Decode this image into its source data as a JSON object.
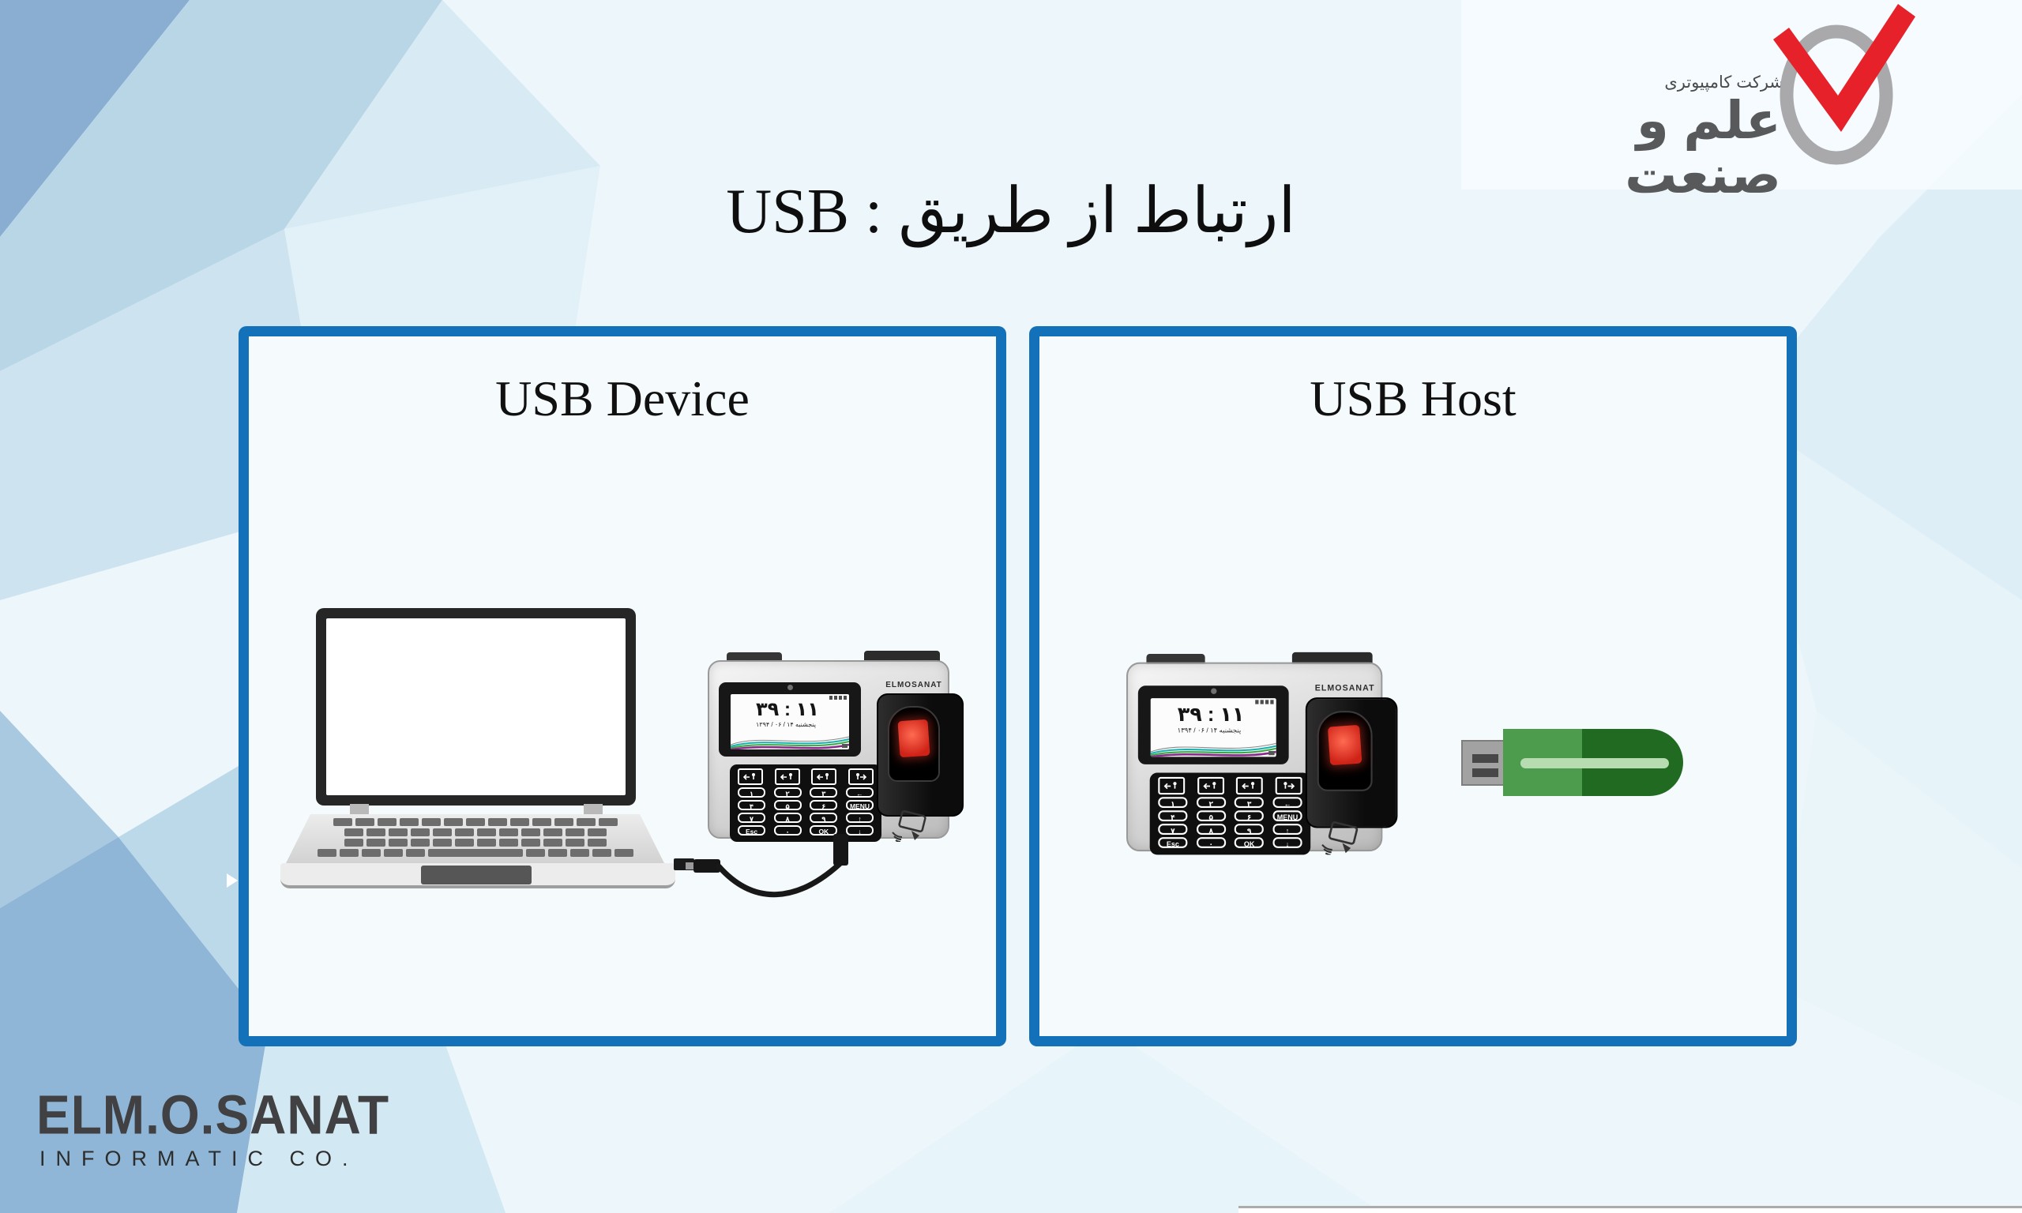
{
  "slide": {
    "title": "ارتباط از طریق : USB"
  },
  "logo": {
    "company_small": "شرکت کامپیوتری",
    "company_big": "علم و صنعت"
  },
  "panels": {
    "left": {
      "title": "USB Device"
    },
    "right": {
      "title": "USB Host"
    }
  },
  "device": {
    "brand": "ELMOSANAT",
    "time": "۱۱ : ۳۹",
    "date": "پنجشنبه ۱۴ / ۰۶ / ۱۳۹۴",
    "lcd_status_icons": [
      "signal-icon",
      "usb-icon",
      "speaker-icon",
      "battery-icon"
    ],
    "keypad": {
      "function_icons": [
        "duty-status-icon",
        "check-in-icon",
        "break-out-icon",
        "check-out-icon"
      ],
      "rows": [
        [
          "۱",
          "۲",
          "۳",
          "←"
        ],
        [
          "۴",
          "۵",
          "۶",
          "MENU"
        ],
        [
          "۷",
          "۸",
          "۹",
          "↑"
        ],
        [
          "Esc",
          "۰",
          "OK",
          "↓"
        ]
      ]
    }
  },
  "footer": {
    "name": "ELM.O.SANAT",
    "subtitle": "INFORMATIC CO."
  },
  "colors": {
    "background": "#edf6fa",
    "panel-border": "#1271b8",
    "scanner-red": "#cf2318",
    "check-red": "#e62129",
    "ring-gray": "#a9a9ab",
    "drive-light": "#4d9c4e",
    "drive-dark": "#206b21",
    "drive-stripe": "#b7dcb2"
  }
}
